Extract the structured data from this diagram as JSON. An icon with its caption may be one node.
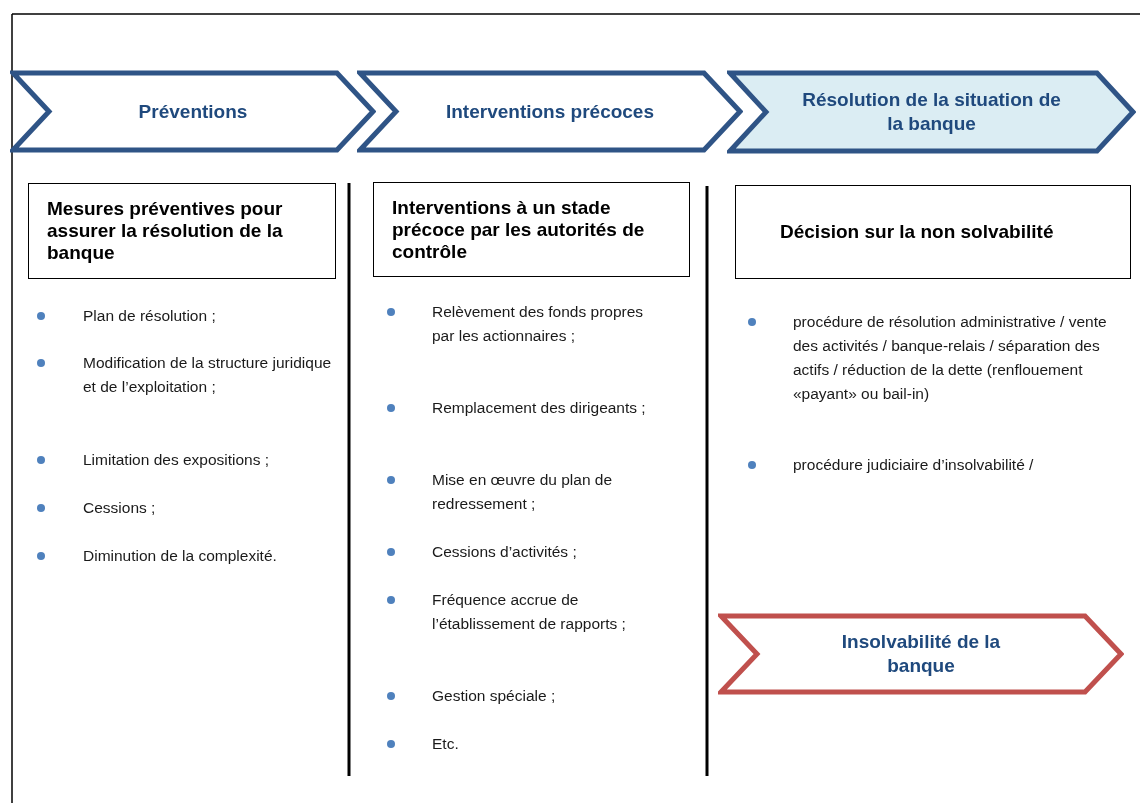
{
  "diagram": {
    "nodes": [
      {
        "text": [
          "Préventions"
        ]
      },
      {
        "text": [
          "Interventions précoces"
        ]
      },
      {
        "text": [
          "Résolution de la situation de la banque"
        ]
      },
      {
        "text": [
          "Mesures préventives pour assurer la résolution de la banque"
        ]
      },
      {
        "text": [
          "Interventions à un stade précoce par les autorités de contrôle"
        ]
      },
      {
        "text": [
          "Décision sur la non solvabilité"
        ]
      },
      {
        "text": [
          "Insolvabilité de la banque"
        ]
      }
    ],
    "edges": [],
    "labels": [
      "Plan de résolution ;",
      "Modification de la structure juridique et de l’exploitation ;",
      "Limitation des expositions ;",
      "Cessions ;",
      "Diminution de la complexité.",
      "Relèvement des fonds propres par les actionnaires ;",
      "Remplacement des dirigeants ;",
      "Mise en œuvre du plan de redressement ;",
      "Cessions d’activités ;",
      "Fréquence accrue de l’établissement de rapports ;",
      "Gestion spéciale ;",
      "Etc.",
      "procédure de résolution administrative / vente des activités / banque-relais / séparation des actifs / réduction de la dette (renflouement «payant» ou bail-in)",
      "procédure judiciaire d’insolvabilité /"
    ]
  }
}
